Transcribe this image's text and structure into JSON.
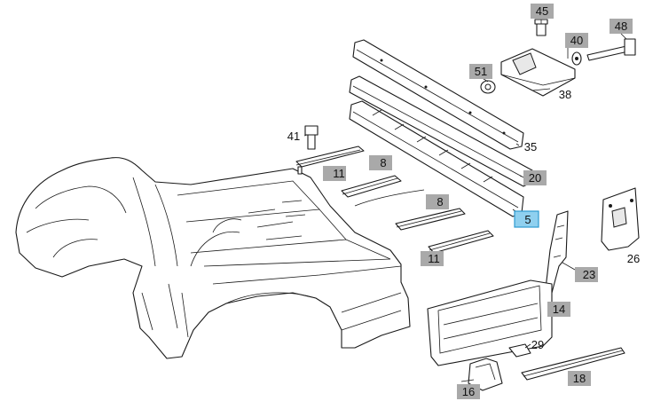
{
  "diagram": {
    "callouts": [
      {
        "id": "c45",
        "text": "45",
        "boxed": true,
        "selected": false
      },
      {
        "id": "c48",
        "text": "48",
        "boxed": true,
        "selected": false
      },
      {
        "id": "c40",
        "text": "40",
        "boxed": true,
        "selected": false
      },
      {
        "id": "c51",
        "text": "51",
        "boxed": true,
        "selected": false
      },
      {
        "id": "c38",
        "text": "38",
        "boxed": false,
        "selected": false
      },
      {
        "id": "c41",
        "text": "41",
        "boxed": false,
        "selected": false
      },
      {
        "id": "c35",
        "text": "35",
        "boxed": false,
        "selected": false
      },
      {
        "id": "c20",
        "text": "20",
        "boxed": true,
        "selected": false
      },
      {
        "id": "c11a",
        "text": "11",
        "boxed": true,
        "selected": false
      },
      {
        "id": "c8a",
        "text": "8",
        "boxed": true,
        "selected": false
      },
      {
        "id": "c8b",
        "text": "8",
        "boxed": true,
        "selected": false
      },
      {
        "id": "c5",
        "text": "5",
        "boxed": true,
        "selected": true
      },
      {
        "id": "c11b",
        "text": "11",
        "boxed": true,
        "selected": false
      },
      {
        "id": "c23",
        "text": "23",
        "boxed": true,
        "selected": false
      },
      {
        "id": "c26",
        "text": "26",
        "boxed": false,
        "selected": false
      },
      {
        "id": "c14",
        "text": "14",
        "boxed": true,
        "selected": false
      },
      {
        "id": "c29",
        "text": "29",
        "boxed": false,
        "selected": false
      },
      {
        "id": "c18",
        "text": "18",
        "boxed": true,
        "selected": false
      },
      {
        "id": "c16",
        "text": "16",
        "boxed": true,
        "selected": false
      }
    ],
    "colors": {
      "label_box": "#a9a9a9",
      "selected_fill": "#8fd0ef",
      "selected_stroke": "#2d9ad0",
      "line": "#1a1a1a"
    }
  }
}
